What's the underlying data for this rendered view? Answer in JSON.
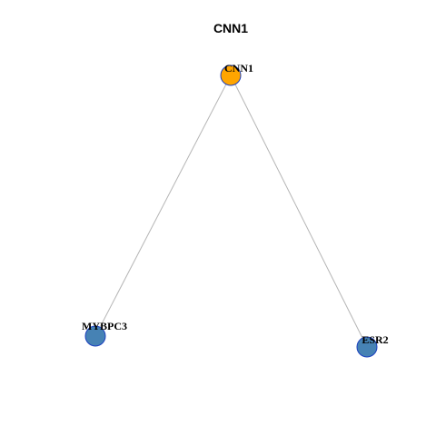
{
  "title": "CNN1",
  "colors": {
    "hub_node": "#ffa500",
    "leaf_node": "#4682b4",
    "node_border": "#1a3fbf",
    "edge": "#b5b5b5"
  },
  "nodes": [
    {
      "id": "CNN1",
      "label": "CNN1",
      "role": "hub"
    },
    {
      "id": "MYBPC3",
      "label": "MYBPC3",
      "role": "leaf"
    },
    {
      "id": "ESR2",
      "label": "ESR2",
      "role": "leaf"
    }
  ],
  "edges": [
    {
      "source": "CNN1",
      "target": "MYBPC3"
    },
    {
      "source": "CNN1",
      "target": "ESR2"
    }
  ]
}
